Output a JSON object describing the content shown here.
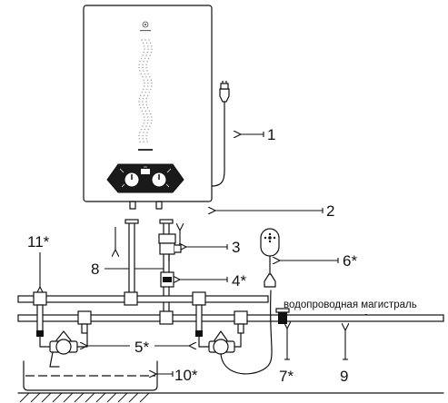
{
  "diagram": {
    "callouts": {
      "c1": "1",
      "c2": "2",
      "c3": "3",
      "c4": "4*",
      "c5": "5*",
      "c6": "6*",
      "c7": "7*",
      "c8": "8",
      "c9": "9",
      "c10": "10*",
      "c11": "11*"
    },
    "mainline_label": "водопроводная магистраль"
  }
}
